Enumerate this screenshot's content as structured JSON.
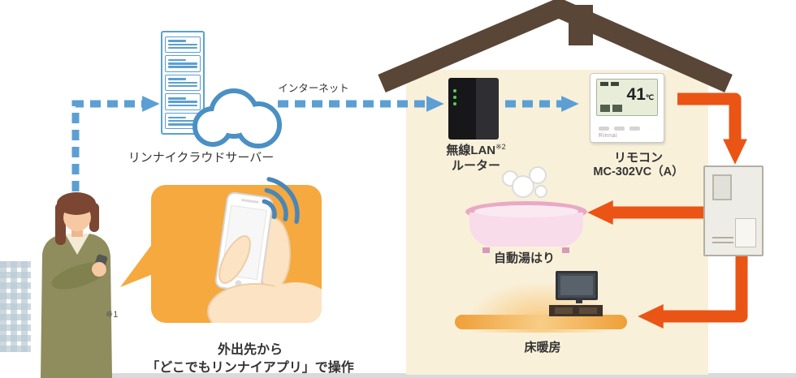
{
  "colors": {
    "arrow_blue": "#5b9fd4",
    "arrow_orange": "#ea5415",
    "house_wall": "#f9f0da",
    "roof_brown": "#5a4636",
    "bubble_orange": "#f5a93f",
    "bath_pink": "#f8dcea",
    "floor_orange": "#ef9f38"
  },
  "labels": {
    "cloud_server": "リンナイクラウドサーバー",
    "internet": "インターネット",
    "wireless_lan": "無線LAN",
    "wireless_lan_note": "※2",
    "router": "ルーター",
    "remote": "リモコン",
    "remote_model": "MC-302VC（A）",
    "bath": "自動湯はり",
    "floor_heating": "床暖房",
    "note1": "※1",
    "app_line1": "外出先から",
    "app_line2": "「どこでもリンナイアプリ」で操作"
  },
  "remote_display": {
    "temp": "41",
    "unit": "℃",
    "brand": "Rinnai"
  }
}
